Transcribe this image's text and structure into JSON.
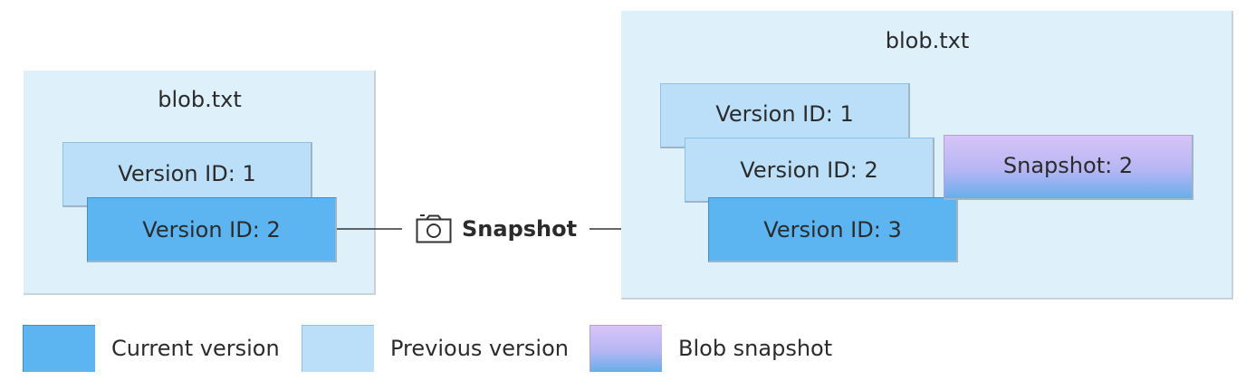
{
  "left_blob": {
    "title": "blob.txt",
    "versions": [
      "Version ID: 1",
      "Version ID: 2"
    ]
  },
  "right_blob": {
    "title": "blob.txt",
    "versions": [
      "Version ID: 1",
      "Version ID: 2",
      "Version ID: 3"
    ],
    "snapshot": "Snapshot: 2"
  },
  "operation": {
    "label": "Snapshot",
    "icon": "camera-icon"
  },
  "legend": {
    "current": "Current version",
    "previous": "Previous version",
    "snapshot": "Blob snapshot"
  },
  "colors": {
    "container": "#def0f9",
    "previous_version": "#bcdff9",
    "current_version": "#5cb4f0",
    "snapshot_top": "#d7c4f7",
    "snapshot_bottom": "#67aeea"
  }
}
